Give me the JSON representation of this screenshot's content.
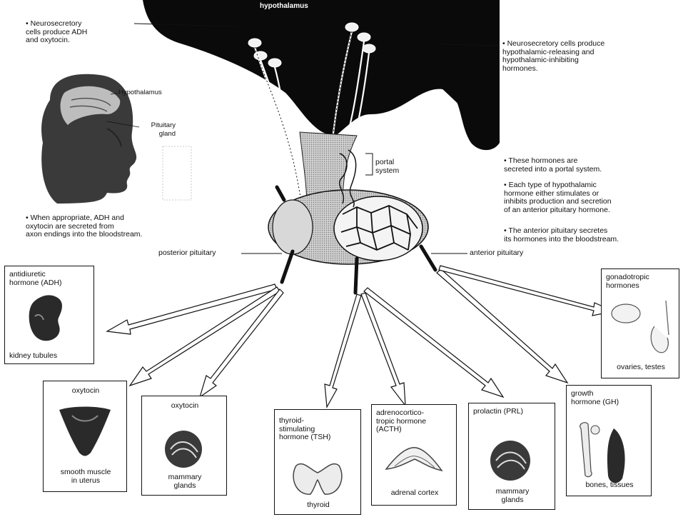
{
  "hypothalamus_title": "hypothalamus",
  "notes": {
    "neurosecretory_adh": "• Neurosecretory\ncells produce ADH\nand oxytocin.",
    "neurosecretory_releasing": "• Neurosecretory cells produce\nhypothalamic-releasing and\nhypothalamic-inhibiting\nhormones.",
    "adh_secreted": "• When appropriate, ADH and\noxytocin are secreted from\naxon endings into the bloodstream.",
    "portal_secreted": "• These hormones are\nsecreted into a portal system.",
    "hormone_types": "• Each type of hypothalamic\nhormone either stimulates or\ninhibits production and secretion\nof an anterior pituitary hormone.",
    "anterior_secretes": "• The anterior pituitary secretes\nits hormones into the bloodstream."
  },
  "head_labels": {
    "hypothalamus": "Hypothalamus",
    "pituitary": "Pituitary\ngland"
  },
  "pituitary_labels": {
    "portal": "portal\nsystem",
    "posterior": "posterior pituitary",
    "anterior": "anterior pituitary"
  },
  "targets": {
    "adh": {
      "hormone": "antidiuretic\nhormone (ADH)",
      "organ": "kidney tubules"
    },
    "oxytocin_uterus": {
      "hormone": "oxytocin",
      "organ": "smooth muscle\nin uterus"
    },
    "oxytocin_mammary": {
      "hormone": "oxytocin",
      "organ": "mammary\nglands"
    },
    "tsh": {
      "hormone": "thyroid-\nstimulating\nhormone (TSH)",
      "organ": "thyroid"
    },
    "acth": {
      "hormone": "adrenocortico-\ntropic hormone\n(ACTH)",
      "organ": "adrenal cortex"
    },
    "prl": {
      "hormone": "prolactin (PRL)",
      "organ": "mammary\nglands"
    },
    "gh": {
      "hormone": "growth\nhormone (GH)",
      "organ": "bones, tissues"
    },
    "gonadotropic": {
      "hormone": "gonadotropic\nhormones",
      "organ": "ovaries, testes"
    }
  }
}
